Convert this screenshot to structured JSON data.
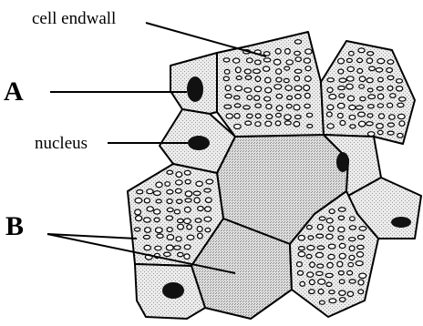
{
  "labels": {
    "cell_endwall": "cell endwall",
    "nucleus": "nucleus",
    "a": "A",
    "b": "B"
  },
  "colors": {
    "outline": "#000000",
    "cell_fill": "#e4e4e4",
    "central_fill": "#dcdcdc",
    "nucleus_fill": "#111111",
    "background": "#ffffff"
  }
}
